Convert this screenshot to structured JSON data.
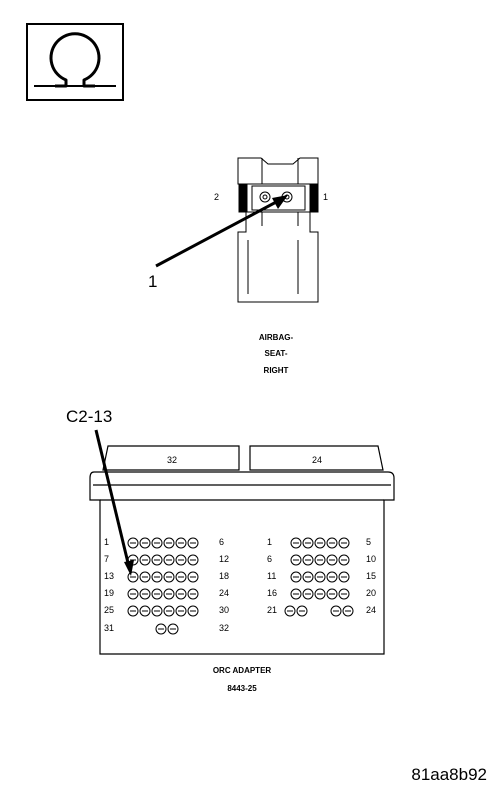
{
  "airbag_connector": {
    "name_lines": [
      "AIRBAG-",
      "SEAT-",
      "RIGHT"
    ],
    "pin_labels": {
      "left": "2",
      "right": "1"
    },
    "callout": "1"
  },
  "orc_adapter": {
    "callout": "C2-13",
    "title": "ORC ADAPTER",
    "part_number": "8443-25",
    "connector_labels": {
      "left": "32",
      "right": "24"
    },
    "left_block": [
      {
        "start": "1",
        "end": "6"
      },
      {
        "start": "7",
        "end": "12"
      },
      {
        "start": "13",
        "end": "18"
      },
      {
        "start": "19",
        "end": "24"
      },
      {
        "start": "25",
        "end": "30"
      },
      {
        "start": "31",
        "end": "32"
      }
    ],
    "right_block": [
      {
        "start": "1",
        "end": "5"
      },
      {
        "start": "6",
        "end": "10"
      },
      {
        "start": "11",
        "end": "15"
      },
      {
        "start": "16",
        "end": "20"
      },
      {
        "start": "21",
        "end": "24"
      }
    ]
  },
  "figure_id": "81aa8b92",
  "symbol_icon": "ohm-symbol-icon"
}
